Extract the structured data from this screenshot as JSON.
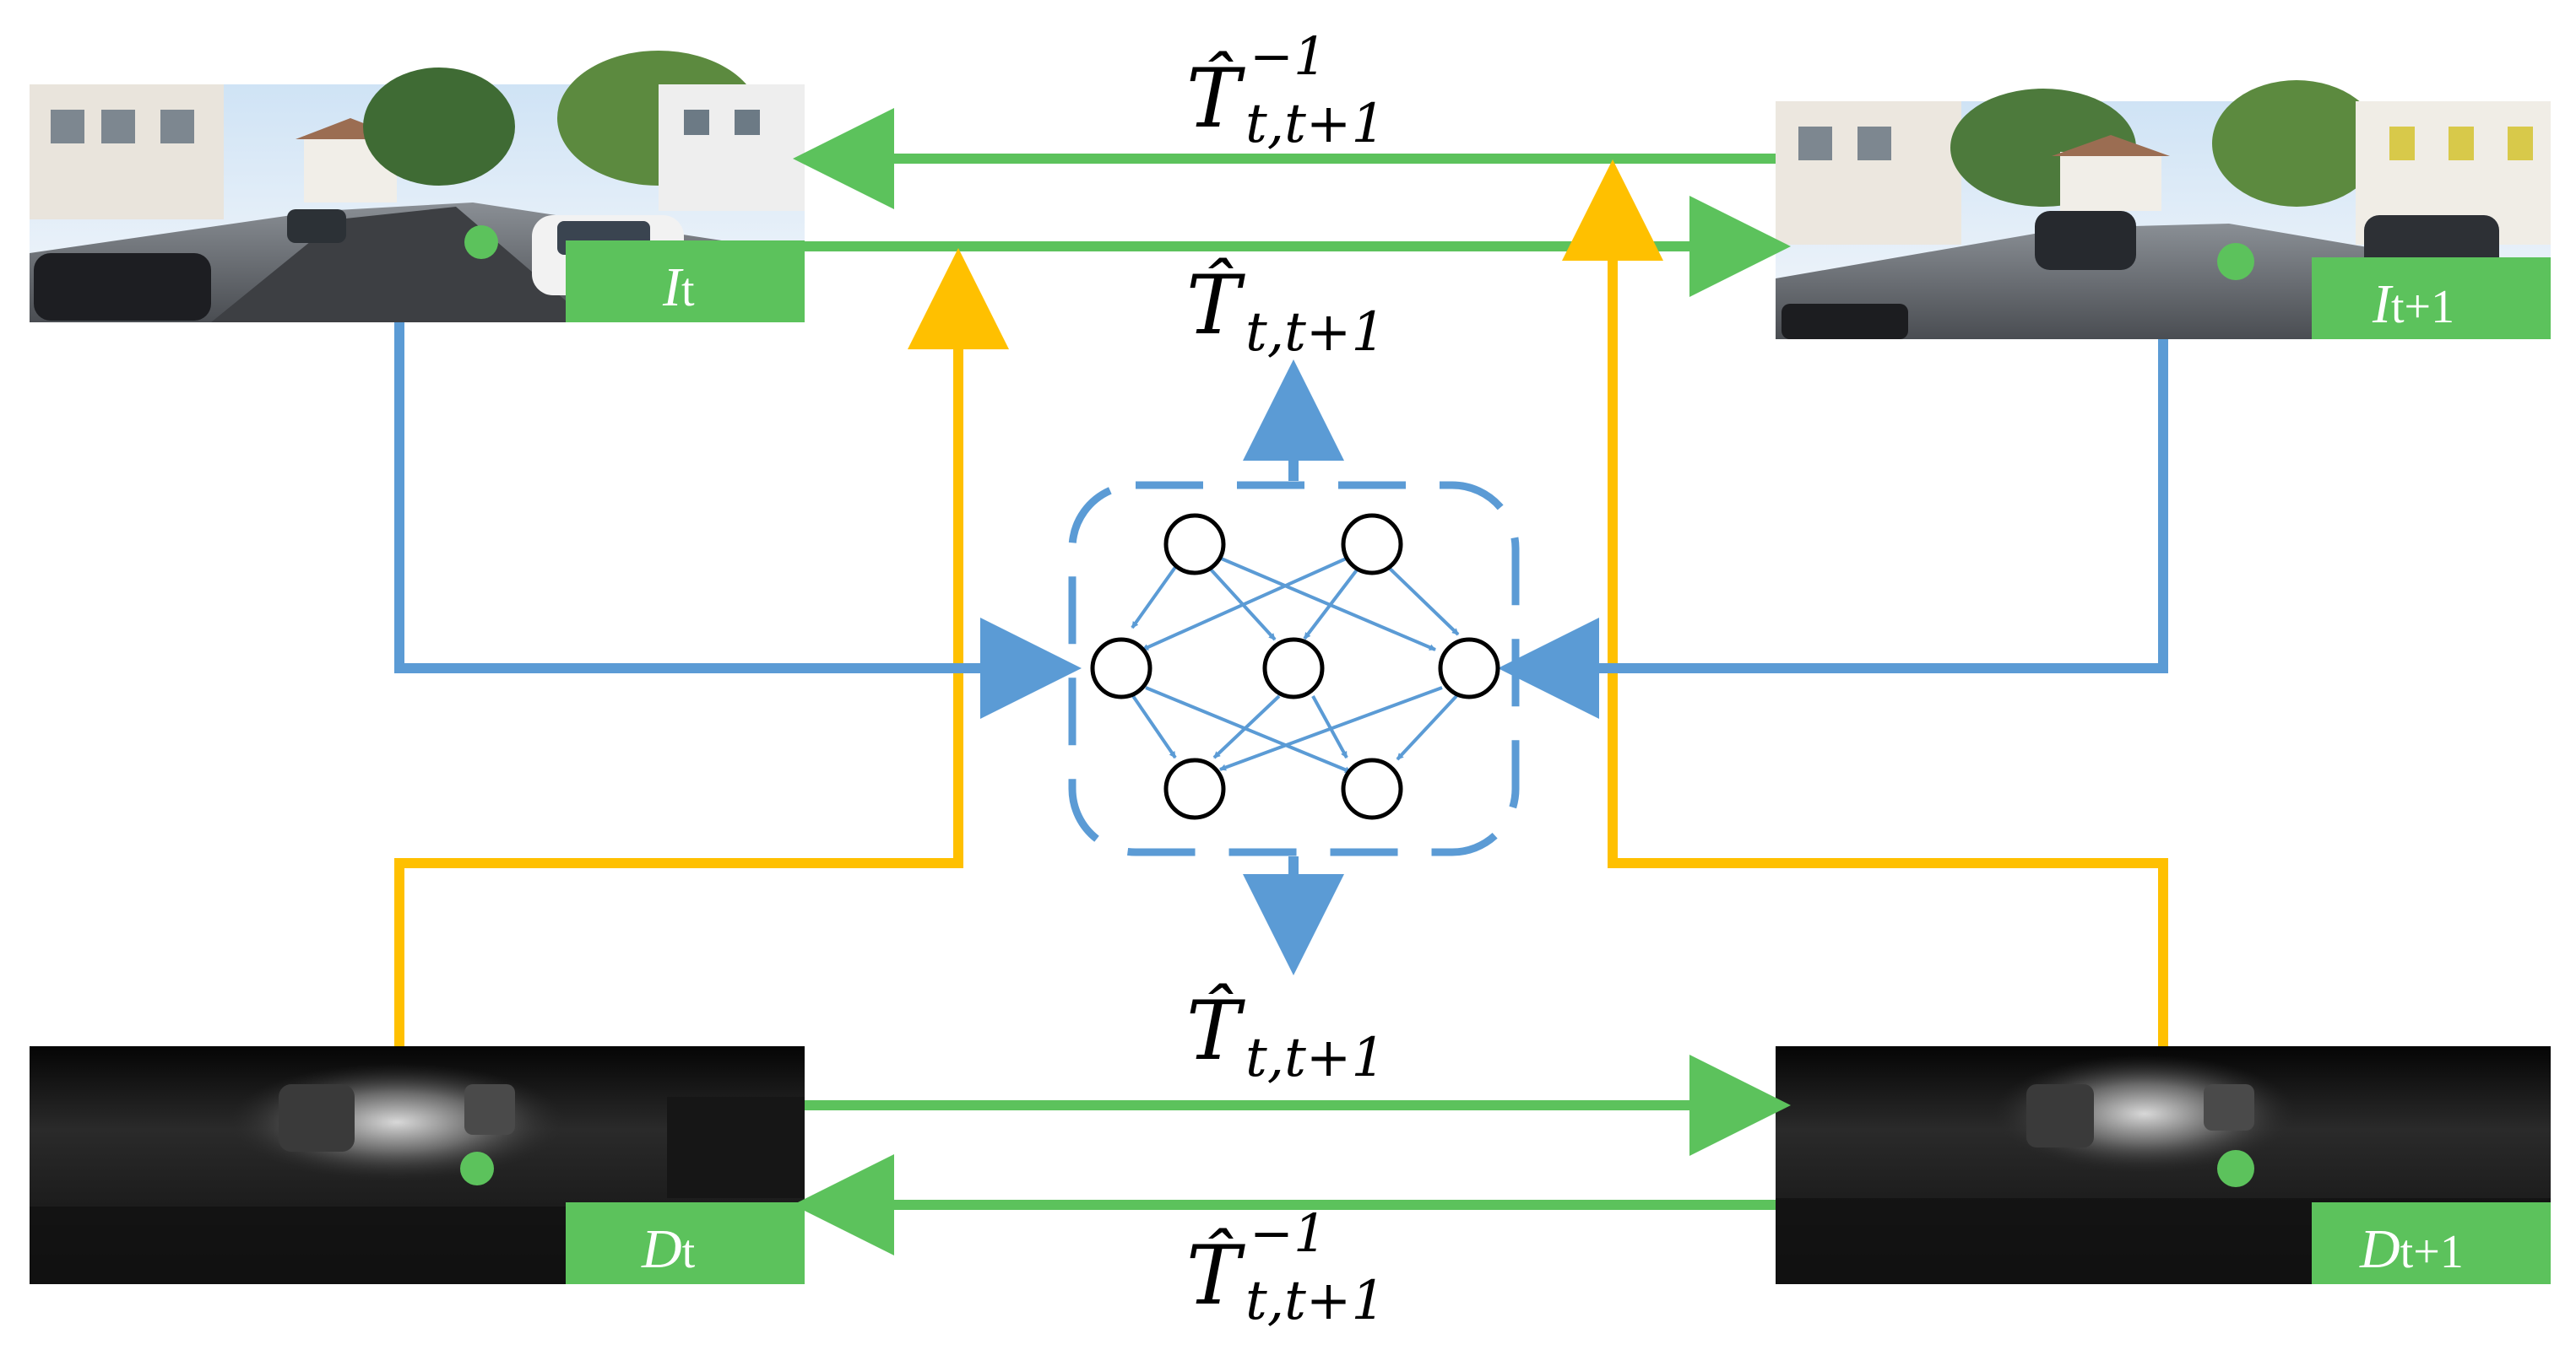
{
  "images": {
    "rgb_t": {
      "tag_letter": "I",
      "tag_sub": "t"
    },
    "rgb_t1": {
      "tag_letter": "I",
      "tag_sub": "t+1"
    },
    "depth_t": {
      "tag_letter": "D",
      "tag_sub": "t"
    },
    "depth_t1": {
      "tag_letter": "D",
      "tag_sub": "t+1"
    }
  },
  "labels": {
    "top_inverse": {
      "base": "T̂",
      "sub": "t,t+1",
      "sup": "−1"
    },
    "center_up": {
      "base": "T̂",
      "sub": "t,t+1"
    },
    "bottom_forward": {
      "base": "T̂",
      "sub": "t,t+1"
    },
    "bottom_inverse": {
      "base": "T̂",
      "sub": "t,t+1",
      "sup": "−1"
    }
  },
  "colors": {
    "green": "#5CC25C",
    "blue": "#5B9BD5",
    "orange": "#FFC000",
    "tag_bg": "#5CC25C"
  }
}
